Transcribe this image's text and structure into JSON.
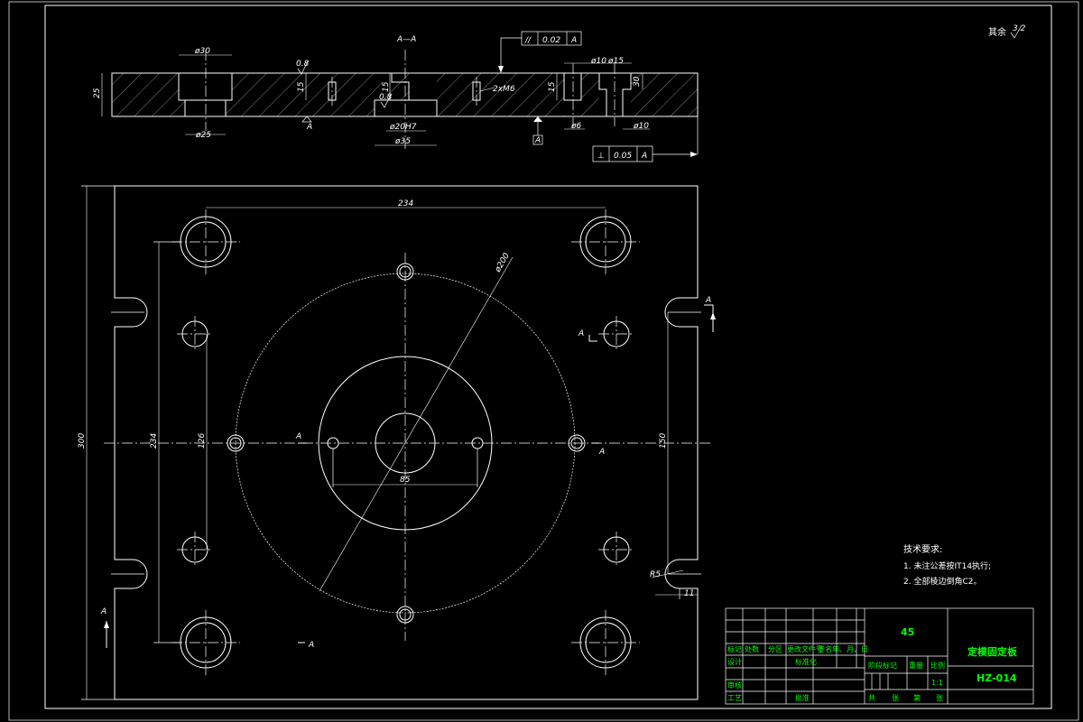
{
  "section_label": "A—A",
  "roughness_corner": "其余",
  "roughness_corner_value": "3.2",
  "tolerance_top": {
    "symbol": "//",
    "value": "0.02",
    "datum": "A"
  },
  "tolerance_bottom": {
    "symbol": "⊥",
    "value": "0.05",
    "datum": "A"
  },
  "section_dims": {
    "d30": "ø30",
    "d25": "ø25",
    "thick": "25",
    "d20h7": "ø20H7",
    "d35": "ø35",
    "d10a": "ø10",
    "d15": "ø15",
    "d10b": "ø10",
    "d6": "ø6",
    "depth15a": "15",
    "depth15b": "15",
    "depth15c": "15",
    "depth30": "30",
    "thread": "2xM6",
    "rough1": "0.8",
    "rough2": "0.8",
    "datum": "A"
  },
  "plan_dims": {
    "w234": "234",
    "h300": "300",
    "h234": "234",
    "h126": "126",
    "h150": "150",
    "d85": "85",
    "d200": "ø200",
    "r5": "R5",
    "d11": "11"
  },
  "section_marks": {
    "a": "A"
  },
  "tech_req": {
    "title": "技术要求:",
    "items": [
      "1. 未注公差按IT14执行;",
      "2. 全部棱边倒角C2。"
    ]
  },
  "title_block": {
    "material": "45",
    "part_name": "定模固定板",
    "drawing_no": "HZ-014",
    "scale_label": "比例",
    "scale": "1:1",
    "weight_label": "重量",
    "stage_label": "阶段标记",
    "headers": [
      "标记",
      "处数",
      "分区",
      "更改文件号",
      "签名",
      "年、月、日"
    ],
    "row_design": [
      "设计",
      "标准化"
    ],
    "row_audit": "审核",
    "row_process": "工艺",
    "row_approve": "批准",
    "sheet": [
      "共",
      "张",
      "第",
      "张"
    ]
  }
}
